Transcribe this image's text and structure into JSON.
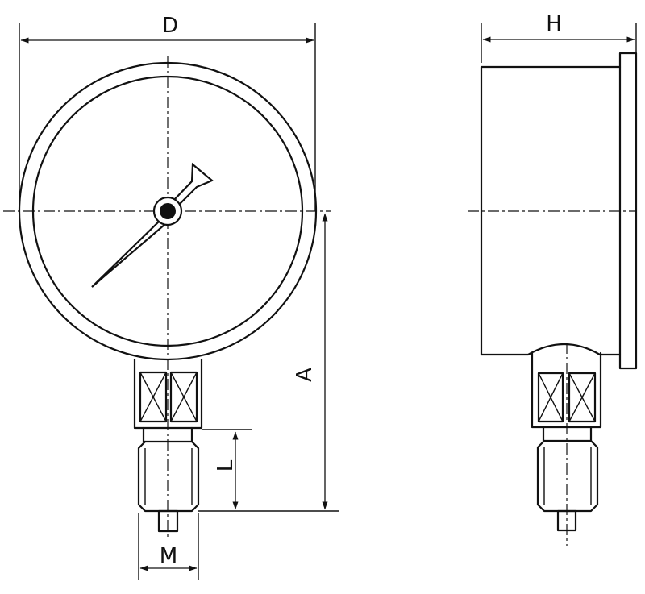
{
  "labels": {
    "D": "D",
    "H": "H",
    "A": "A",
    "L": "L",
    "M": "M"
  }
}
